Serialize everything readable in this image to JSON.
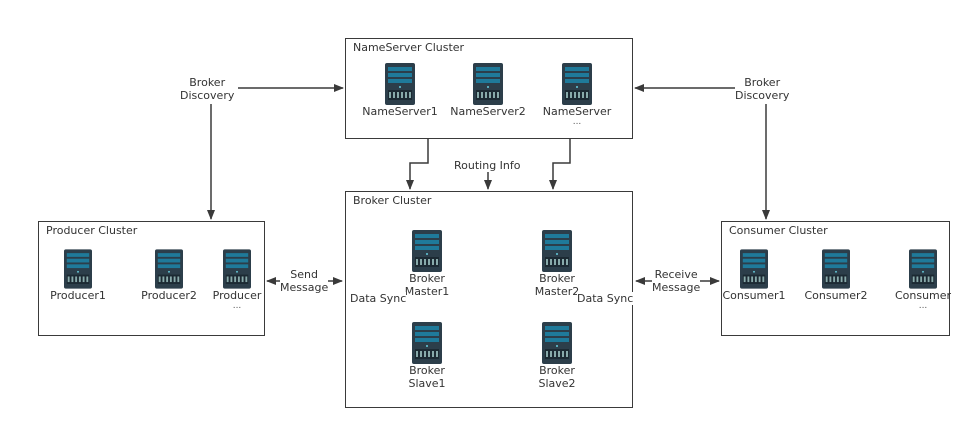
{
  "colors": {
    "line": "#3a3a3a",
    "server_dark": "#2c3e4a",
    "server_screen": "#1f7a9a"
  },
  "nameserver_cluster": {
    "title": "NameServer Cluster",
    "nodes": [
      {
        "label": "NameServer1",
        "sub": ""
      },
      {
        "label": "NameServer2",
        "sub": ""
      },
      {
        "label": "NameServer",
        "sub": "..."
      }
    ]
  },
  "broker_cluster": {
    "title": "Broker Cluster",
    "master1": "Broker\nMaster1",
    "master2": "Broker\nMaster2",
    "slave1": "Broker\nSlave1",
    "slave2": "Broker\nSlave2",
    "data_sync_left": "Data Sync",
    "data_sync_right": "Data Sync"
  },
  "producer_cluster": {
    "title": "Producer Cluster",
    "nodes": [
      {
        "label": "Producer1",
        "sub": ""
      },
      {
        "label": "Producer2",
        "sub": ""
      },
      {
        "label": "Producer",
        "sub": "..."
      }
    ]
  },
  "consumer_cluster": {
    "title": "Consumer Cluster",
    "nodes": [
      {
        "label": "Consumer1",
        "sub": ""
      },
      {
        "label": "Consumer2",
        "sub": ""
      },
      {
        "label": "Consumer",
        "sub": "..."
      }
    ]
  },
  "edges": {
    "broker_discovery_left": "Broker\nDiscovery",
    "broker_discovery_right": "Broker\nDiscovery",
    "routing_info": "Routing Info",
    "send_message": "Send\nMessage",
    "receive_message": "Receive\nMessage"
  }
}
